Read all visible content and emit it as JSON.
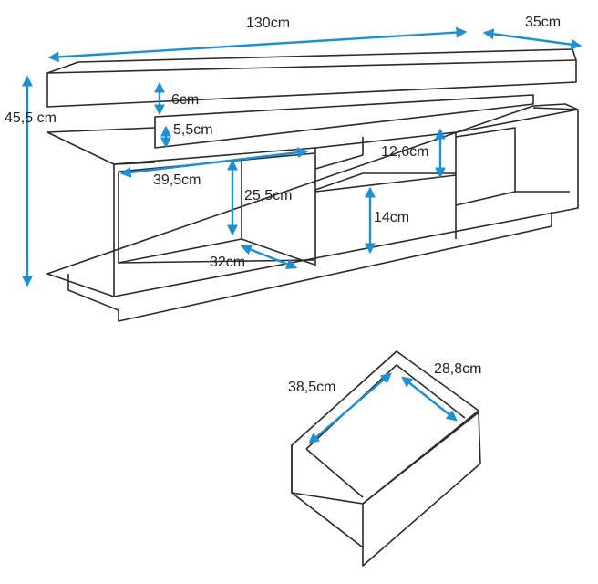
{
  "accent_color": "#1e90d2",
  "dimensions": {
    "width": "130cm",
    "depth": "35cm",
    "height": "45,5 cm",
    "top_thickness": "6cm",
    "gap": "5,5cm",
    "mid_shelf_height": "12,6cm",
    "left_compartment_width": "39,5cm",
    "left_compartment_height": "25,5cm",
    "drawer_front_height": "14cm",
    "left_compartment_depth": "32cm"
  },
  "drawer": {
    "inner_width": "38,5cm",
    "inner_depth": "28,8cm"
  }
}
